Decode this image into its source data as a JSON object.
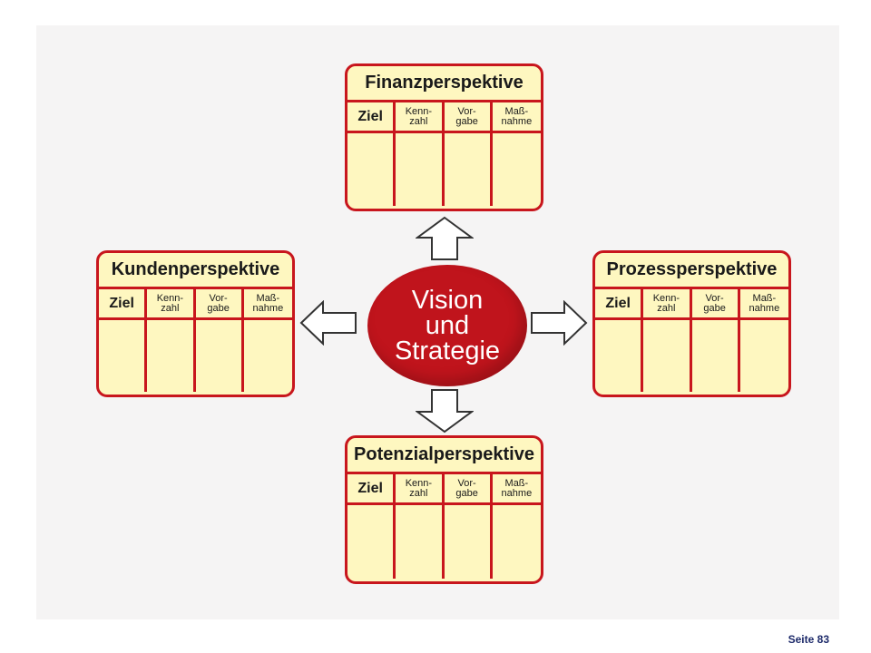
{
  "center": {
    "lines": [
      "Vision",
      "und",
      "Strategie"
    ]
  },
  "columns": [
    {
      "text": "Ziel",
      "size": "big"
    },
    {
      "text": "Kenn-\nzahl",
      "size": "small"
    },
    {
      "text": "Vor-\ngabe",
      "size": "small"
    },
    {
      "text": "Maß-\nnahme",
      "size": "small"
    }
  ],
  "perspectives": {
    "top": {
      "title": "Finanzperspektive"
    },
    "left": {
      "title": "Kundenperspektive"
    },
    "right": {
      "title": "Prozessperspektive"
    },
    "bottom": {
      "title": "Potenzialperspektive"
    }
  },
  "colors": {
    "accent": "#c8161d",
    "card_fill": "#fef7c0",
    "oval": "#c0141c"
  },
  "footer": {
    "page_label": "Seite 83"
  }
}
